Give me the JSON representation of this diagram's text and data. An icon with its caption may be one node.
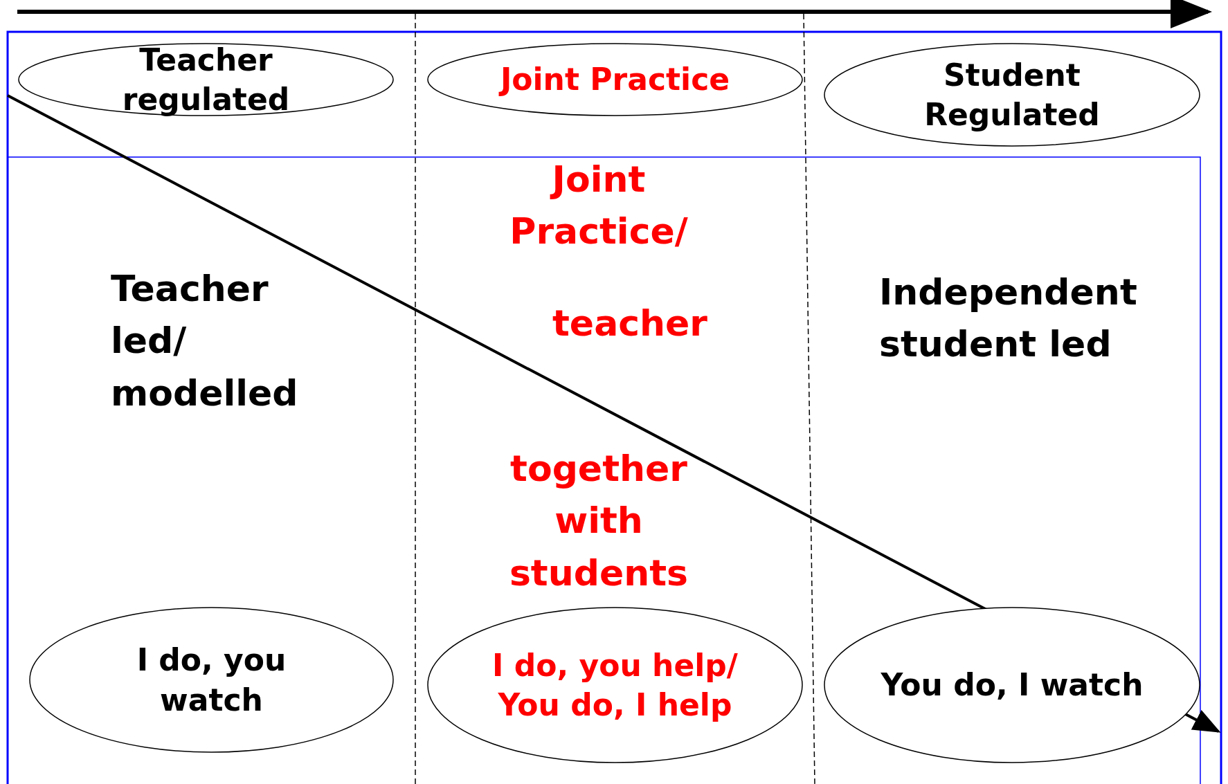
{
  "diagram": {
    "nodes": [
      {
        "text": [
          "Teacher regulated"
        ]
      },
      {
        "text": [
          "Joint Practice"
        ]
      },
      {
        "text": [
          "Student Regulated"
        ]
      },
      {
        "text": [
          "I do, you watch"
        ]
      },
      {
        "text": [
          "I do, you help/ You do, I help"
        ]
      },
      {
        "text": [
          "You do, I watch"
        ]
      }
    ],
    "labels": [
      "Teacher led/ modelled",
      "Joint Practice/",
      "teacher",
      "together with students",
      "Independent student led"
    ]
  }
}
